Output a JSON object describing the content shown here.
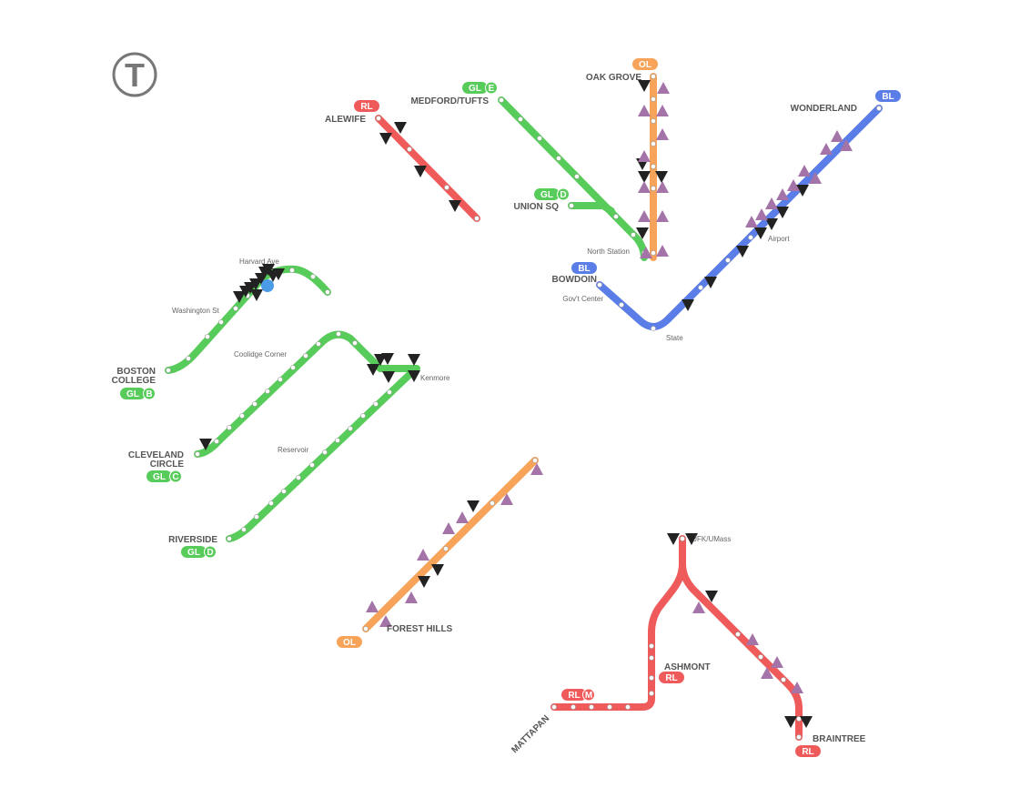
{
  "colors": {
    "red": "#ef5b5b",
    "green": "#58cc5a",
    "orange": "#f7a35a",
    "blue": "#5b7de8",
    "inbound": "#222222",
    "outbound": "#a474a8",
    "logo": "#777777"
  },
  "logo": "T",
  "badges": {
    "rl": "RL",
    "gl": "GL",
    "ol": "OL",
    "bl": "BL",
    "b": "B",
    "c": "C",
    "d": "D",
    "e": "E",
    "m": "M"
  },
  "terminals": {
    "alewife": "ALEWIFE",
    "medford": "MEDFORD/TUFTS",
    "union": "UNION SQ",
    "oak_grove": "OAK GROVE",
    "wonderland": "WONDERLAND",
    "bowdoin": "BOWDOIN",
    "bc1": "BOSTON",
    "bc2": "COLLEGE",
    "cc1": "CLEVELAND",
    "cc2": "CIRCLE",
    "riverside": "RIVERSIDE",
    "forest_hills": "FOREST HILLS",
    "ashmont": "ASHMONT",
    "mattapan": "MATTAPAN",
    "braintree": "BRAINTREE"
  },
  "stations": {
    "north_station": "North Station",
    "govt_center": "Gov't Center",
    "state": "State",
    "airport": "Airport",
    "harvard_ave": "Harvard Ave",
    "washington_st": "Washington St",
    "coolidge": "Coolidge Corner",
    "reservoir": "Reservoir",
    "kenmore": "Kenmore",
    "jfk": "JFK/UMass"
  }
}
